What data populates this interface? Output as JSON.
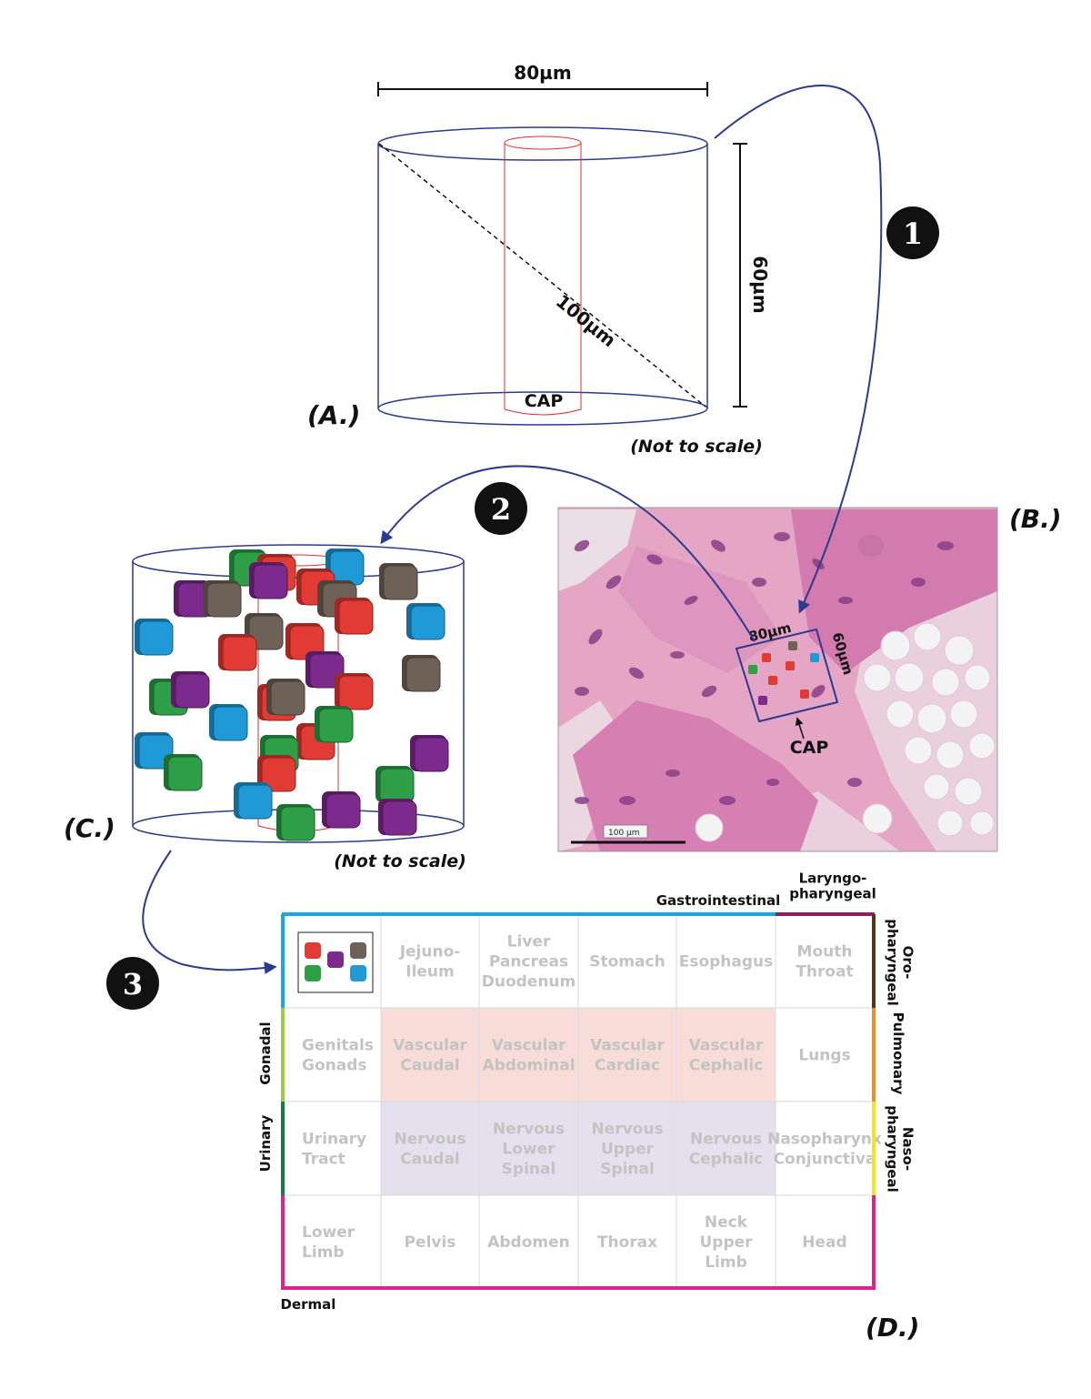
{
  "panel_a": {
    "label": "(A.)",
    "width_label": "80µm",
    "height_label": "60µm",
    "diagonal_label": "100µm",
    "cap_label": "CAP",
    "note": "(Not to scale)"
  },
  "panel_b": {
    "label": "(B.)",
    "box_width_label": "80µm",
    "box_height_label": "60µm",
    "cap_label": "CAP",
    "scale_bar_label": "100 µm",
    "tissue_colors": {
      "background": "#e6a9c8",
      "tissue": "#d77bb0",
      "nuclei": "#8e3f86",
      "lumen": "#f1f1f1"
    }
  },
  "panel_c": {
    "label": "(C.)",
    "note": "(Not to scale)"
  },
  "panel_d": {
    "label": "(D.)",
    "groups": {
      "top_right": "Gastrointestinal",
      "top_far_right": "Laryngo-\npharyngeal",
      "right_1": "Oro-\npharyngeal",
      "right_2": "Pulmonary",
      "right_3": "Naso-\npharyngeal",
      "left_2": "Gonadal",
      "left_3": "Urinary",
      "bottom_left": "Dermal"
    },
    "rows": [
      [
        "",
        "Jejuno-\nIleum",
        "Liver\nPancreas\nDuodenum",
        "Stomach",
        "Esophagus",
        "Mouth\nThroat"
      ],
      [
        "Genitals\nGonads",
        "Vascular\nCaudal",
        "Vascular\nAbdominal",
        "Vascular\nCardiac",
        "Vascular\nCephalic",
        "Lungs"
      ],
      [
        "Urinary\nTract",
        "Nervous\nCaudal",
        "Nervous\nLower\nSpinal",
        "Nervous\nUpper\nSpinal",
        "Nervous\nCephalic",
        "Nasopharynx\nConjunctiva"
      ],
      [
        "Lower\nLimb",
        "Pelvis",
        "Abdomen",
        "Thorax",
        "Neck\nUpper\nLimb",
        "Head"
      ]
    ],
    "colors": {
      "gastro": "#1ba6e0",
      "laryngo": "#8e1f63",
      "oro": "#5b3414",
      "pulmonary": "#ee8d2a",
      "naso": "#f6e321",
      "gonadal": "#9ccb4a",
      "urinary": "#197a44",
      "dermal": "#e0238c",
      "vascular_fill": "#f8dcd8",
      "nervous_fill": "#e5e0ee"
    }
  },
  "steps": [
    "1",
    "2",
    "3"
  ],
  "cube_colors": {
    "red": "#e23b35",
    "purple": "#7d2a8e",
    "brown": "#6e6258",
    "blue": "#1f9ad6",
    "green": "#2e9e47"
  }
}
